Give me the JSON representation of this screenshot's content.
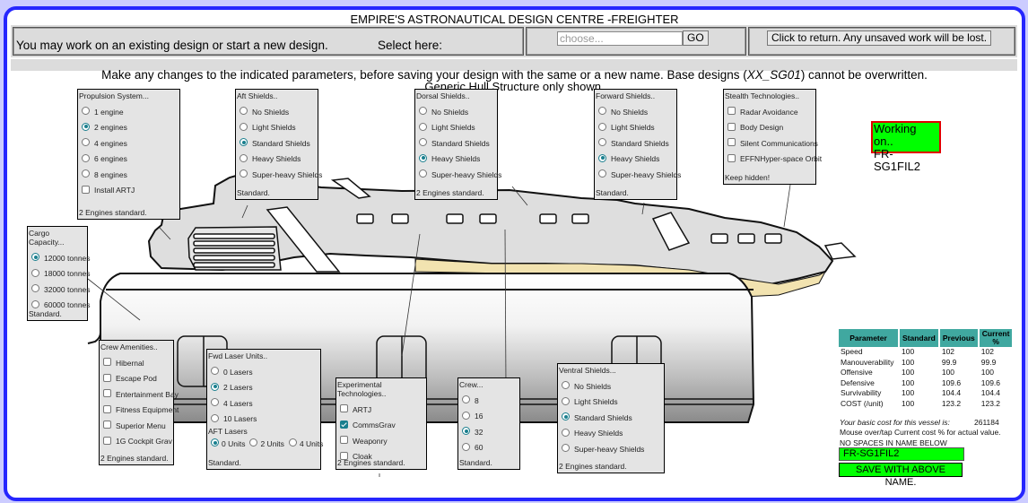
{
  "header": {
    "title": "EMPIRE'S ASTRONAUTICAL DESIGN CENTRE -FREIGHTER",
    "intro_text": "You may work on an existing design or start a new design.",
    "select_label": "Select here:",
    "design_select_placeholder": "choose...",
    "go_button": "GO",
    "return_button": "Click to return. Any unsaved work will be lost."
  },
  "instructions": {
    "line1_a": "Make any changes to the indicated parameters, before saving your design with the same or a new name. Base designs (",
    "line1_italic": "XX_SG01",
    "line1_b": ") cannot be overwritten.",
    "line2": "Generic Hull Structure only shown."
  },
  "panels": {
    "propulsion": {
      "title": "Propulsion System...",
      "options": [
        "1 engine",
        "2 engines",
        "4 engines",
        "6 engines",
        "8 engines"
      ],
      "selected": "2 engines",
      "checkbox": {
        "label": "Install ARTJ",
        "checked": false
      },
      "footer": "2 Engines standard."
    },
    "aft_shields": {
      "title": "Aft Shields..",
      "options": [
        "No Shields",
        "Light Shields",
        "Standard Shields",
        "Heavy Shields",
        "Super-heavy Shields"
      ],
      "selected": "Standard Shields",
      "footer": "Standard."
    },
    "dorsal_shields": {
      "title": "Dorsal Shields..",
      "options": [
        "No Shields",
        "Light Shields",
        "Standard Shields",
        "Heavy Shields",
        "Super-heavy Shields"
      ],
      "selected": "Heavy Shields",
      "footer": "2 Engines standard."
    },
    "forward_shields": {
      "title": "Forward Shields..",
      "options": [
        "No Shields",
        "Light Shields",
        "Standard Shields",
        "Heavy Shields",
        "Super-heavy Shields"
      ],
      "selected": "Heavy Shields",
      "footer": "Standard."
    },
    "stealth": {
      "title": "Stealth Technologies..",
      "options": [
        {
          "label": "Radar Avoidance",
          "checked": false
        },
        {
          "label": "Body Design",
          "checked": false
        },
        {
          "label": "Silent Communications",
          "checked": false
        },
        {
          "label": "EFFNHyper-space Orbit",
          "checked": false
        }
      ],
      "footer": "Keep hidden!"
    },
    "cargo": {
      "title": "Cargo Capacity...",
      "options": [
        "12000 tonnes",
        "18000 tonnes",
        "32000 tonnes",
        "60000 tonnes"
      ],
      "selected": "12000 tonnes",
      "footer": "Standard."
    },
    "crew_amenities": {
      "title": "Crew Amenities..",
      "options": [
        {
          "label": "Hibernal",
          "checked": false
        },
        {
          "label": "Escape Pod",
          "checked": false
        },
        {
          "label": "Entertainment Bay",
          "checked": false
        },
        {
          "label": "Fitness Equipment",
          "checked": false
        },
        {
          "label": "Superior Menu",
          "checked": false
        },
        {
          "label": "1G Cockpit Grav",
          "checked": false
        }
      ],
      "footer": "2 Engines standard."
    },
    "lasers": {
      "title": "Fwd Laser Units..",
      "options": [
        "0 Lasers",
        "2 Lasers",
        "4 Lasers",
        "10 Lasers"
      ],
      "selected": "2 Lasers",
      "aft_title": "AFT Lasers",
      "aft_options": [
        "0 Units",
        "2 Units",
        "4 Units"
      ],
      "aft_selected": "0 Units",
      "footer": "Standard."
    },
    "experimental": {
      "title": "Experimental Technologies..",
      "options": [
        {
          "label": "ARTJ",
          "checked": false
        },
        {
          "label": "CommsGrav",
          "checked": true
        },
        {
          "label": "Weaponry",
          "checked": false
        },
        {
          "label": "Cloak",
          "checked": false
        }
      ],
      "footer": "2 Engines standard."
    },
    "crew": {
      "title": "Crew...",
      "options": [
        "8",
        "16",
        "32",
        "60"
      ],
      "selected": "32",
      "footer": "Standard."
    },
    "ventral_shields": {
      "title": "Ventral Shields...",
      "options": [
        "No Shields",
        "Light Shields",
        "Standard Shields",
        "Heavy Shields",
        "Super-heavy Shields"
      ],
      "selected": "Standard Shields",
      "footer": "2 Engines standard."
    }
  },
  "working": {
    "label": "Working on..",
    "design_name": "FR-SG1FIL2"
  },
  "stats": {
    "headers": [
      "Parameter",
      "Standard",
      "Previous",
      "Current %"
    ],
    "rows": [
      [
        "Speed",
        "100",
        "102",
        "102"
      ],
      [
        "Manouverability",
        "100",
        "99.9",
        "99.9"
      ],
      [
        "Offensive",
        "100",
        "100",
        "100"
      ],
      [
        "Defensive",
        "100",
        "109.6",
        "109.6"
      ],
      [
        "Survivability",
        "100",
        "104.4",
        "104.4"
      ],
      [
        "COST (/unit)",
        "100",
        "123.2",
        "123.2"
      ]
    ],
    "basic_cost_label": "Your basic cost for this vessel is:",
    "basic_cost_value": "261184",
    "mouse_hint": "Mouse over/tap Current cost % for actual value.",
    "no_spaces_hint": "NO SPACES IN NAME BELOW",
    "name_value": "FR-SG1FIL2",
    "save_button": "SAVE WITH ABOVE NAME."
  },
  "colors": {
    "frame_border": "#2626ff",
    "page_bg": "#ccccff",
    "panel_bg": "#e4e4e4",
    "accent_teal": "#40a8a0",
    "radio_teal": "#1a7f8e",
    "green": "#00ff00",
    "red": "#e00000",
    "hull_gray": "#dedede",
    "hull_cream": "#f2e3b0"
  }
}
